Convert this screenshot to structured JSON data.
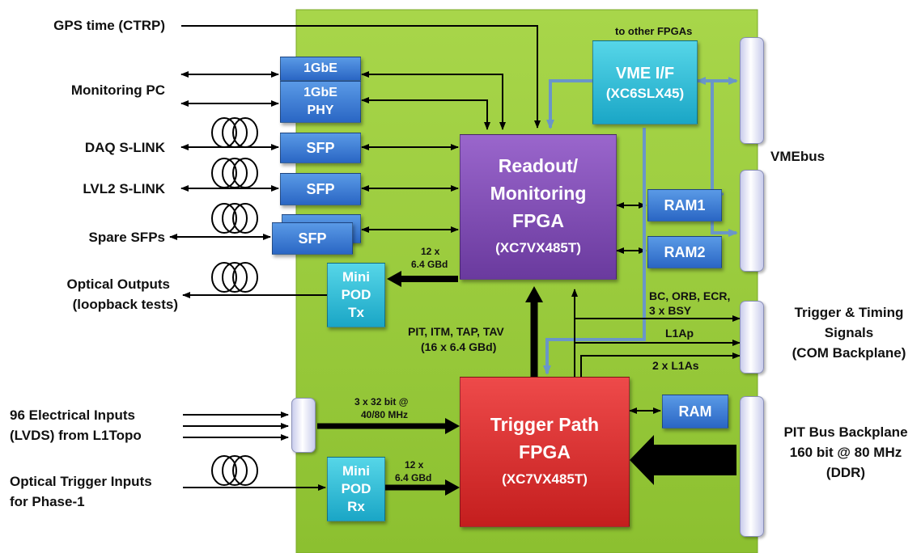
{
  "labels": {
    "gps_time": "GPS time (CTRP)",
    "monitoring_pc": "Monitoring PC",
    "daq_slink": "DAQ S-LINK",
    "lvl2_slink": "LVL2 S-LINK",
    "spare_sfps": "Spare SFPs",
    "optical_outputs_1": "Optical Outputs",
    "optical_outputs_2": "(loopback tests)",
    "electrical_inputs_1": "96 Electrical Inputs",
    "electrical_inputs_2": "(LVDS) from L1Topo",
    "optical_trigger_1": "Optical Trigger Inputs",
    "optical_trigger_2": "for Phase-1",
    "to_other_fpgas": "to other FPGAs",
    "vmebus": "VMEbus",
    "tt_signals_1": "Trigger & Timing",
    "tt_signals_2": "Signals",
    "tt_signals_3": "(COM Backplane)",
    "pit_bus_1": "PIT Bus Backplane",
    "pit_bus_2": "160 bit @ 80 MHz",
    "pit_bus_3": "(DDR)",
    "bc_orb_1": "BC, ORB, ECR,",
    "bc_orb_2": "3 x BSY",
    "l1ap": "L1Ap",
    "l1as": "2 x L1As",
    "pit_itm_1": "PIT, ITM, TAP, TAV",
    "pit_itm_2": "(16 x 6.4 GBd)",
    "tx_rate_1": "12 x",
    "tx_rate_2": "6.4 GBd",
    "rx_rate_1": "12 x",
    "rx_rate_2": "6.4 GBd",
    "elec_rate_1": "3 x 32 bit @",
    "elec_rate_2": "40/80 MHz"
  },
  "boxes": {
    "gbe1": "1GbE",
    "gbe_phy_1": "1GbE",
    "gbe_phy_2": "PHY",
    "sfp_daq": "SFP",
    "sfp_lvl2": "SFP",
    "sfp_spare": "SFP",
    "minipod_tx_1": "Mini",
    "minipod_tx_2": "POD",
    "minipod_tx_3": "Tx",
    "minipod_rx_1": "Mini",
    "minipod_rx_2": "POD",
    "minipod_rx_3": "Rx",
    "vme_if_1": "VME I/F",
    "vme_if_2": "(XC6SLX45)",
    "readout_1": "Readout/",
    "readout_2": "Monitoring",
    "readout_3": "FPGA",
    "readout_4": "(XC7VX485T)",
    "ram1": "RAM1",
    "ram2": "RAM2",
    "ram": "RAM",
    "trigger_1": "Trigger Path",
    "trigger_2": "FPGA",
    "trigger_3": "(XC7VX485T)"
  },
  "colors": {
    "board": "#9acb3c",
    "sfp": "#2a66c4",
    "minipod": "#1aa6c6",
    "readout_fpga": "#6a3a9e",
    "trigger_fpga": "#c41e1e",
    "vme_bus_arrow": "#6a96c8"
  }
}
